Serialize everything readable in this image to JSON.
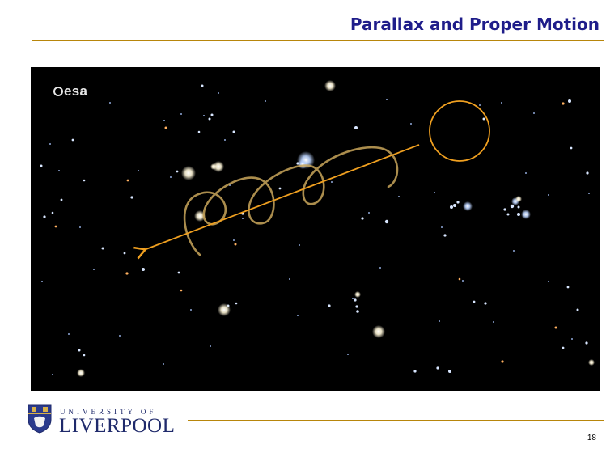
{
  "slide": {
    "title": "Parallax and Proper Motion",
    "page_number": "18"
  },
  "image": {
    "logo_text": "esa"
  },
  "footer": {
    "university_top": "UNIVERSITY OF",
    "university_name": "LIVERPOOL"
  },
  "colors": {
    "title": "#1f1d8a",
    "rule": "#b8860b",
    "arrow": "#f0a020",
    "sky": "#000000",
    "university": "#1f2a6b"
  }
}
